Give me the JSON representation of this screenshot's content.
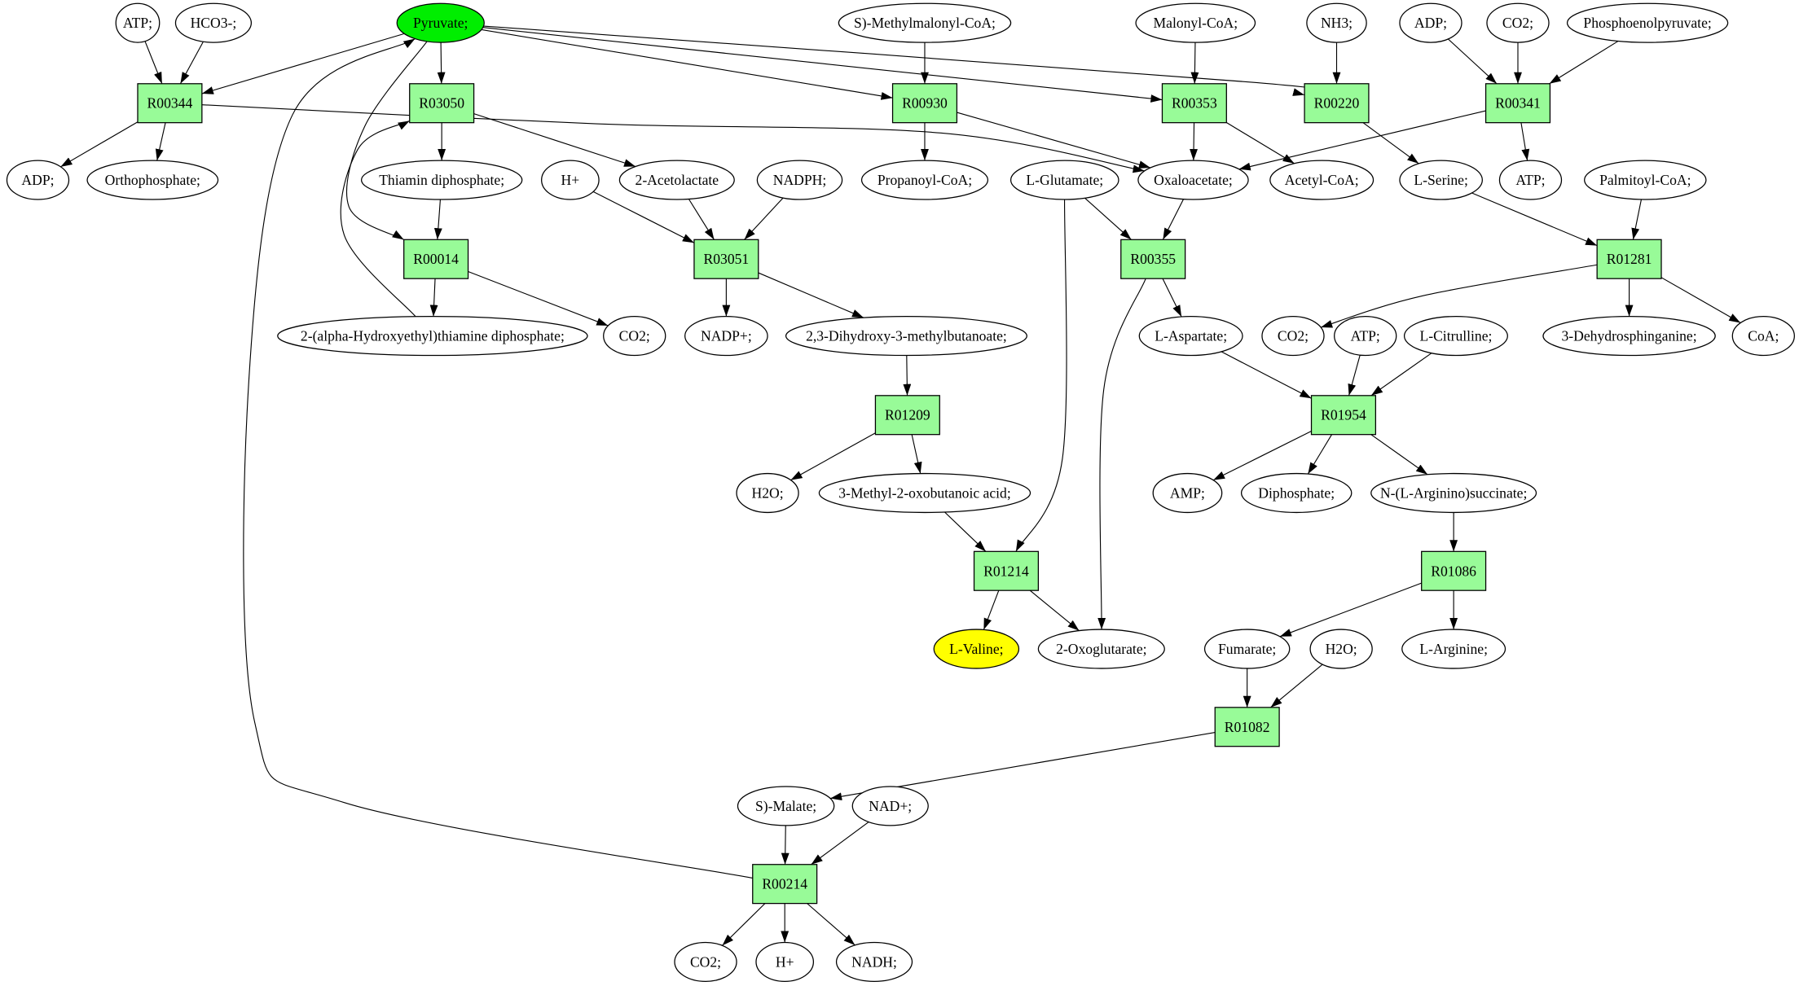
{
  "colors": {
    "reaction": "#98fb98",
    "source": "#00ee00",
    "target": "#ffff00",
    "metabolite": "#ffffff",
    "stroke": "#000000"
  },
  "nodes": [
    {
      "label": "ATP;",
      "kind": "metabolite"
    },
    {
      "label": "HCO3-;",
      "kind": "metabolite"
    },
    {
      "label": "Pyruvate;",
      "kind": "metabolite",
      "highlight": "source"
    },
    {
      "label": "S)-Methylmalonyl-CoA;",
      "kind": "metabolite"
    },
    {
      "label": "Malonyl-CoA;",
      "kind": "metabolite"
    },
    {
      "label": "NH3;",
      "kind": "metabolite"
    },
    {
      "label": "ADP;",
      "kind": "metabolite"
    },
    {
      "label": "CO2;",
      "kind": "metabolite"
    },
    {
      "label": "Phosphoenolpyruvate;",
      "kind": "metabolite"
    },
    {
      "label": "R00344",
      "kind": "reaction"
    },
    {
      "label": "R03050",
      "kind": "reaction"
    },
    {
      "label": "R00930",
      "kind": "reaction"
    },
    {
      "label": "R00353",
      "kind": "reaction"
    },
    {
      "label": "R00220",
      "kind": "reaction"
    },
    {
      "label": "R00341",
      "kind": "reaction"
    },
    {
      "label": "ADP;",
      "kind": "metabolite"
    },
    {
      "label": "Orthophosphate;",
      "kind": "metabolite"
    },
    {
      "label": "Thiamin diphosphate;",
      "kind": "metabolite"
    },
    {
      "label": "H+",
      "kind": "metabolite"
    },
    {
      "label": "2-Acetolactate",
      "kind": "metabolite"
    },
    {
      "label": "NADPH;",
      "kind": "metabolite"
    },
    {
      "label": "Propanoyl-CoA;",
      "kind": "metabolite"
    },
    {
      "label": "L-Glutamate;",
      "kind": "metabolite"
    },
    {
      "label": "Oxaloacetate;",
      "kind": "metabolite"
    },
    {
      "label": "Acetyl-CoA;",
      "kind": "metabolite"
    },
    {
      "label": "L-Serine;",
      "kind": "metabolite"
    },
    {
      "label": "ATP;",
      "kind": "metabolite"
    },
    {
      "label": "Palmitoyl-CoA;",
      "kind": "metabolite"
    },
    {
      "label": "R00014",
      "kind": "reaction"
    },
    {
      "label": "R03051",
      "kind": "reaction"
    },
    {
      "label": "R00355",
      "kind": "reaction"
    },
    {
      "label": "R01281",
      "kind": "reaction"
    },
    {
      "label": "2-(alpha-Hydroxyethyl)thiamine diphosphate;",
      "kind": "metabolite"
    },
    {
      "label": "CO2;",
      "kind": "metabolite"
    },
    {
      "label": "NADP+;",
      "kind": "metabolite"
    },
    {
      "label": "2,3-Dihydroxy-3-methylbutanoate;",
      "kind": "metabolite"
    },
    {
      "label": "L-Aspartate;",
      "kind": "metabolite"
    },
    {
      "label": "CO2;",
      "kind": "metabolite"
    },
    {
      "label": "ATP;",
      "kind": "metabolite"
    },
    {
      "label": "L-Citrulline;",
      "kind": "metabolite"
    },
    {
      "label": "3-Dehydrosphinganine;",
      "kind": "metabolite"
    },
    {
      "label": "CoA;",
      "kind": "metabolite"
    },
    {
      "label": "R01209",
      "kind": "reaction"
    },
    {
      "label": "R01954",
      "kind": "reaction"
    },
    {
      "label": "H2O;",
      "kind": "metabolite"
    },
    {
      "label": "3-Methyl-2-oxobutanoic acid;",
      "kind": "metabolite"
    },
    {
      "label": "AMP;",
      "kind": "metabolite"
    },
    {
      "label": "Diphosphate;",
      "kind": "metabolite"
    },
    {
      "label": "N-(L-Arginino)succinate;",
      "kind": "metabolite"
    },
    {
      "label": "R01214",
      "kind": "reaction"
    },
    {
      "label": "R01086",
      "kind": "reaction"
    },
    {
      "label": "L-Valine;",
      "kind": "metabolite",
      "highlight": "target"
    },
    {
      "label": "2-Oxoglutarate;",
      "kind": "metabolite"
    },
    {
      "label": "Fumarate;",
      "kind": "metabolite"
    },
    {
      "label": "H2O;",
      "kind": "metabolite"
    },
    {
      "label": "L-Arginine;",
      "kind": "metabolite"
    },
    {
      "label": "R01082",
      "kind": "reaction"
    },
    {
      "label": "S)-Malate;",
      "kind": "metabolite"
    },
    {
      "label": "NAD+;",
      "kind": "metabolite"
    },
    {
      "label": "R00214",
      "kind": "reaction"
    },
    {
      "label": "CO2;",
      "kind": "metabolite"
    },
    {
      "label": "H+",
      "kind": "metabolite"
    },
    {
      "label": "NADH;",
      "kind": "metabolite"
    }
  ],
  "edges": [
    [
      0,
      9
    ],
    [
      1,
      9
    ],
    [
      2,
      9
    ],
    [
      9,
      15
    ],
    [
      9,
      16
    ],
    [
      9,
      23
    ],
    [
      2,
      10
    ],
    [
      2,
      11
    ],
    [
      2,
      12
    ],
    [
      2,
      13
    ],
    [
      10,
      17
    ],
    [
      10,
      19
    ],
    [
      2,
      28
    ],
    [
      32,
      10
    ],
    [
      17,
      28
    ],
    [
      28,
      32
    ],
    [
      28,
      33
    ],
    [
      18,
      29
    ],
    [
      19,
      29
    ],
    [
      20,
      29
    ],
    [
      29,
      34
    ],
    [
      29,
      35
    ],
    [
      3,
      11
    ],
    [
      11,
      21
    ],
    [
      11,
      23
    ],
    [
      4,
      12
    ],
    [
      12,
      23
    ],
    [
      12,
      24
    ],
    [
      5,
      13
    ],
    [
      13,
      25
    ],
    [
      6,
      14
    ],
    [
      7,
      14
    ],
    [
      8,
      14
    ],
    [
      14,
      23
    ],
    [
      14,
      26
    ],
    [
      22,
      30
    ],
    [
      23,
      30
    ],
    [
      30,
      36
    ],
    [
      30,
      52
    ],
    [
      25,
      31
    ],
    [
      27,
      31
    ],
    [
      31,
      37
    ],
    [
      31,
      40
    ],
    [
      31,
      41
    ],
    [
      35,
      42
    ],
    [
      42,
      44
    ],
    [
      42,
      45
    ],
    [
      36,
      43
    ],
    [
      38,
      43
    ],
    [
      39,
      43
    ],
    [
      43,
      46
    ],
    [
      43,
      47
    ],
    [
      43,
      48
    ],
    [
      45,
      49
    ],
    [
      22,
      49
    ],
    [
      49,
      51
    ],
    [
      49,
      52
    ],
    [
      48,
      50
    ],
    [
      50,
      53
    ],
    [
      50,
      55
    ],
    [
      53,
      56
    ],
    [
      54,
      56
    ],
    [
      56,
      57
    ],
    [
      57,
      59
    ],
    [
      58,
      59
    ],
    [
      59,
      2
    ],
    [
      59,
      60
    ],
    [
      59,
      61
    ],
    [
      59,
      62
    ]
  ]
}
